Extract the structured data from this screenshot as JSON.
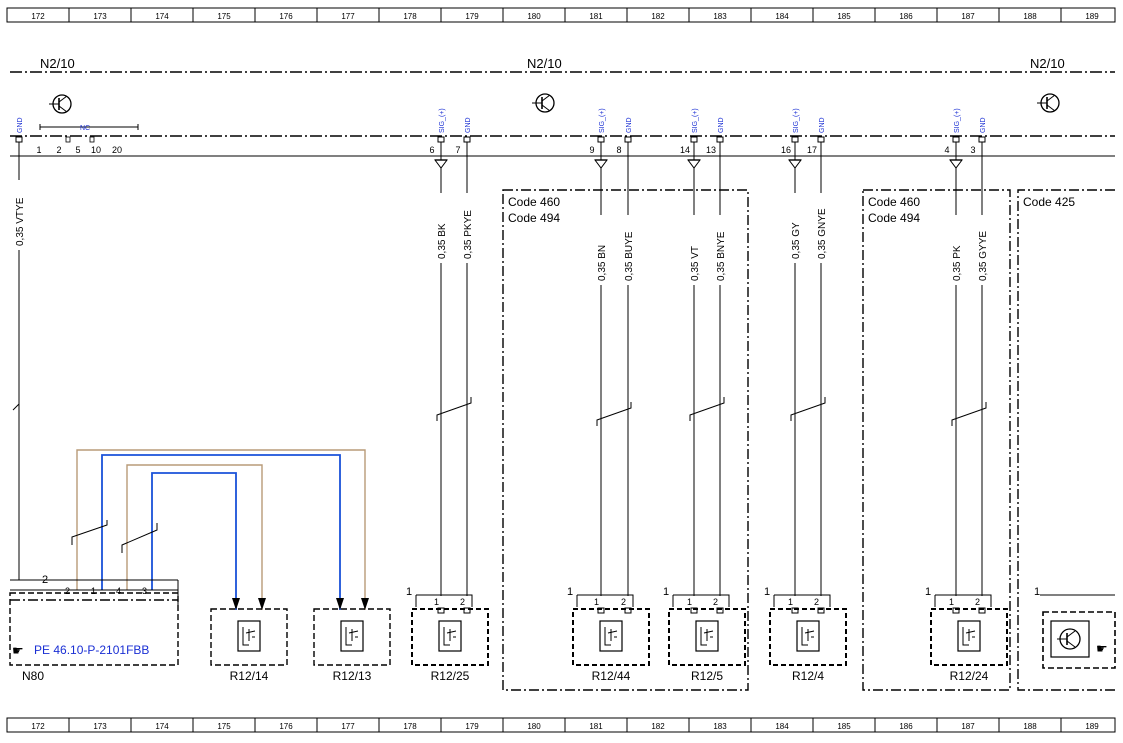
{
  "ruler": {
    "cells": [
      "172",
      "173",
      "174",
      "175",
      "176",
      "177",
      "178",
      "179",
      "180",
      "181",
      "182",
      "183",
      "184",
      "185",
      "186",
      "187",
      "188",
      "189"
    ]
  },
  "module": {
    "labels": [
      "N2/10",
      "N2/10",
      "N2/10"
    ],
    "nc_label": "NC",
    "pins": [
      {
        "name": "GND",
        "num": ""
      },
      {
        "name": "",
        "num": "1"
      },
      {
        "name": "",
        "num": "2"
      },
      {
        "name": "",
        "num": "5"
      },
      {
        "name": "",
        "num": "10"
      },
      {
        "name": "",
        "num": "20"
      },
      {
        "name": "SIG_(+)",
        "num": "6"
      },
      {
        "name": "GND",
        "num": "7"
      },
      {
        "name": "SIG_(+)",
        "num": "9"
      },
      {
        "name": "GND",
        "num": "8"
      },
      {
        "name": "SIG_(+)",
        "num": "14"
      },
      {
        "name": "GND",
        "num": "13"
      },
      {
        "name": "SIG_(+)",
        "num": "16"
      },
      {
        "name": "GND",
        "num": "17"
      },
      {
        "name": "SIG_(+)",
        "num": "4"
      },
      {
        "name": "GND",
        "num": "3"
      }
    ]
  },
  "wires": [
    "0,35 VTYE",
    "0,35 BK",
    "0,35 PKYE",
    "0,35 BN",
    "0,35 BUYE",
    "0,35 VT",
    "0,35 BNYE",
    "0,35 GY",
    "0,35 GNYE",
    "0,35 PK",
    "0,35 GYYE"
  ],
  "code_boxes": [
    {
      "line1": "Code 460",
      "line2": "Code 494"
    },
    {
      "line1": "Code 460",
      "line2": "Code 494"
    },
    {
      "line1": "Code 425",
      "line2": ""
    }
  ],
  "components": [
    "N80",
    "R12/14",
    "R12/13",
    "R12/25",
    "R12/44",
    "R12/5",
    "R12/4",
    "R12/24"
  ],
  "n80": {
    "pin_group": "2",
    "pins": [
      "2",
      "1",
      "4",
      "3"
    ],
    "ref_link": "PE 46.10-P-2101FBB"
  },
  "sensor_pin_labels": {
    "one": "1",
    "two": "2"
  },
  "colors": {
    "wire_blue": "#1a52d9",
    "wire_tan": "#b89b78",
    "link_blue": "#1a2fd4"
  }
}
